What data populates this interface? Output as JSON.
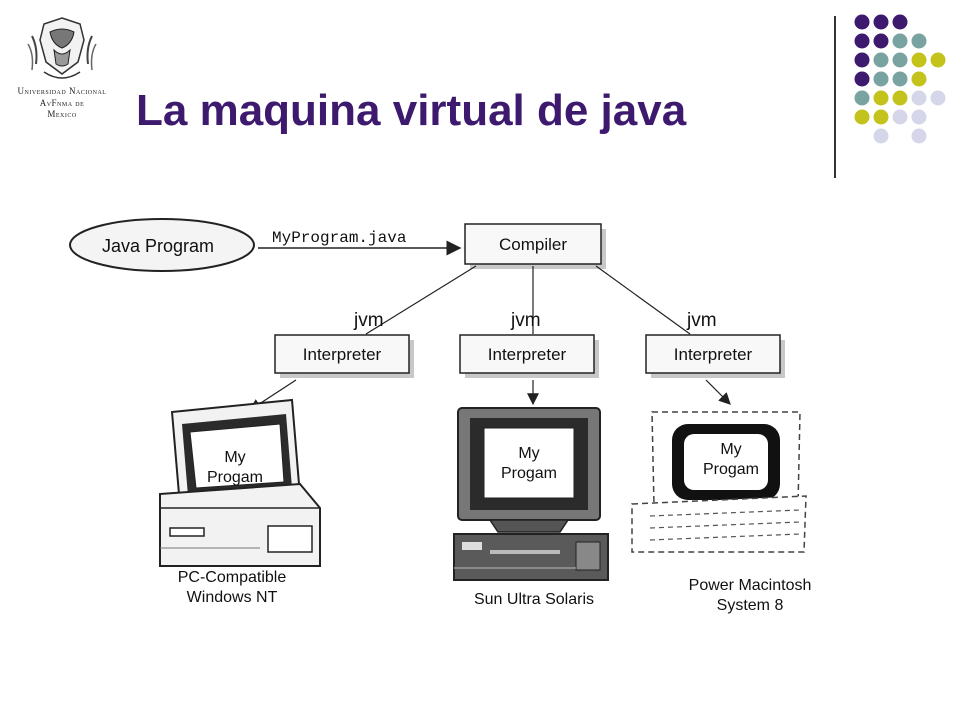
{
  "slide": {
    "title": "La maquina virtual de java",
    "logo": {
      "line1": "Universidad Nacional",
      "line2": "AvFnma de",
      "line3": "Mexico"
    }
  },
  "diagram": {
    "source_label": "Java Program",
    "file_label": "MyProgram.java",
    "compiler_label": "Compiler",
    "jvm_labels": [
      "jvm",
      "jvm",
      "jvm"
    ],
    "interpreter_labels": [
      "Interpreter",
      "Interpreter",
      "Interpreter"
    ],
    "screen_text": [
      [
        "My",
        "Progam"
      ],
      [
        "My",
        "Progam"
      ],
      [
        "My",
        "Progam"
      ]
    ],
    "computers": [
      {
        "line1": "PC-Compatible",
        "line2": "Windows NT"
      },
      {
        "line1": "Sun Ultra Solaris",
        "line2": ""
      },
      {
        "line1": "Power Macintosh",
        "line2": "System 8"
      }
    ]
  },
  "colors": {
    "title": "#3d1a6e",
    "dot_purple": "#3d1a6e",
    "dot_teal": "#79a3a1",
    "dot_olive": "#c4c31c",
    "dot_lavender": "#d6d6ea"
  },
  "decor": {
    "dot_grid": [
      [
        "purple",
        "purple",
        "purple",
        null,
        null
      ],
      [
        "purple",
        "purple",
        "teal",
        "teal",
        null
      ],
      [
        "purple",
        "teal",
        "teal",
        "olive",
        "olive"
      ],
      [
        "purple",
        "teal",
        "teal",
        "olive",
        null
      ],
      [
        "teal",
        "olive",
        "olive",
        "lavender",
        "lavender"
      ],
      [
        "olive",
        "olive",
        "lavender",
        "lavender",
        null
      ],
      [
        null,
        "lavender",
        null,
        "lavender",
        null
      ]
    ]
  }
}
